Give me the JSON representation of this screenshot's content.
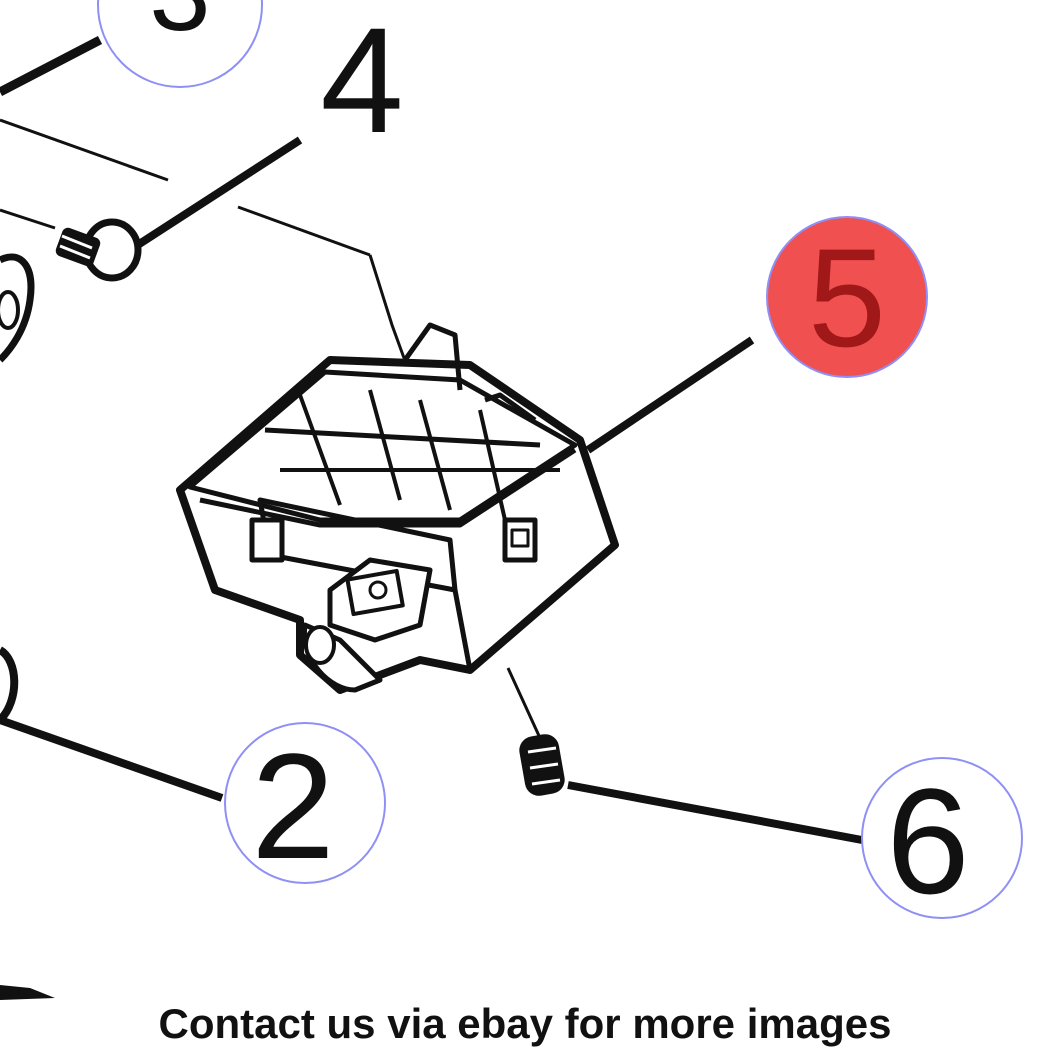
{
  "diagram": {
    "callouts": [
      {
        "id": "3",
        "label": "3",
        "circle_color": "#8f8ff5",
        "fill": "none",
        "partial": true
      },
      {
        "id": "4a",
        "label": "4",
        "circle_color": "",
        "fill": "none"
      },
      {
        "id": "5",
        "label": "5",
        "circle_color": "#8f8ff5",
        "fill": "#f05050",
        "text_color": "#a01818"
      },
      {
        "id": "2",
        "label": "2",
        "circle_color": "#8f8ff5",
        "fill": "none"
      },
      {
        "id": "6",
        "label": "6",
        "circle_color": "#8f8ff5",
        "fill": "none"
      }
    ],
    "line_color": "#111111"
  },
  "caption": {
    "text": "Contact us via ebay for more images"
  }
}
